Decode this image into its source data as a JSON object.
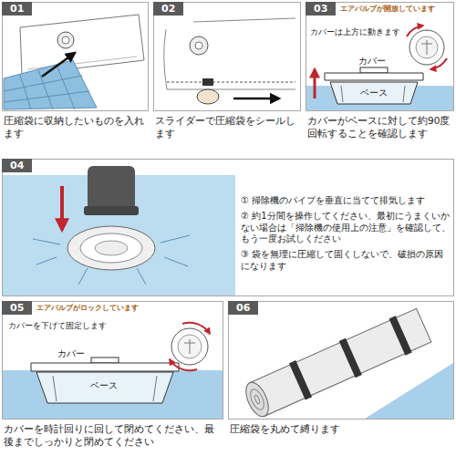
{
  "diagram": {
    "nodes": [
      {
        "text": [
          "01",
          "圧縮袋に収納したいものを入れます"
        ]
      },
      {
        "text": [
          "02",
          "スライダーで圧縮袋をシールします"
        ]
      },
      {
        "text": [
          "03",
          "エアバルブが開放しています",
          "カバーがベースに対して約90度回転することを確認します"
        ]
      },
      {
        "text": [
          "04",
          "① 掃除機のパイプを垂直に当てて排気します",
          "② 約1分間を操作してください、最初にうまくいかない場合は「掃除機の使用上の注意」を確認して、もう一度お試しください",
          "③ 袋を無理に圧縮して固くしないで、破損の原因になります"
        ]
      },
      {
        "text": [
          "05",
          "エアバルブがロックしています",
          "カバーを時計回りに回して閉めてください、最後までしっかりと閉めてください"
        ]
      },
      {
        "text": [
          "06",
          "圧縮袋を丸めて縛ります"
        ]
      }
    ],
    "labels": [
      "カバーは上方に動きます",
      "カバー",
      "ベース",
      "カバーを下げて固定します",
      "カバー",
      "ベース"
    ]
  }
}
